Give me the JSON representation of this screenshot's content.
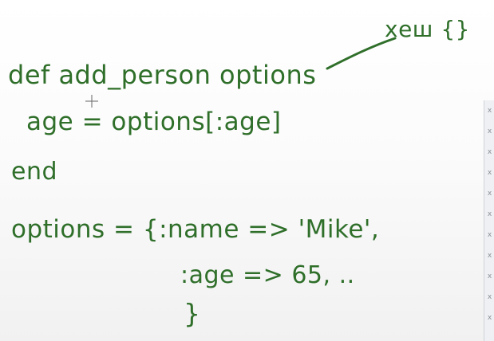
{
  "board": {
    "code": {
      "line1": "def add_person options",
      "line2": "age = options[:age]",
      "line3": "end",
      "line4": "options = {:name => 'Mike',",
      "line5": ":age => 65, ..",
      "line6": "}"
    },
    "annotation": "хеш {}",
    "ink_color": "#2f6f2a"
  },
  "sidebar": {
    "marks": [
      "x",
      "x",
      "x",
      "x",
      "x",
      "x",
      "x",
      "x",
      "x",
      "x",
      "x"
    ]
  }
}
